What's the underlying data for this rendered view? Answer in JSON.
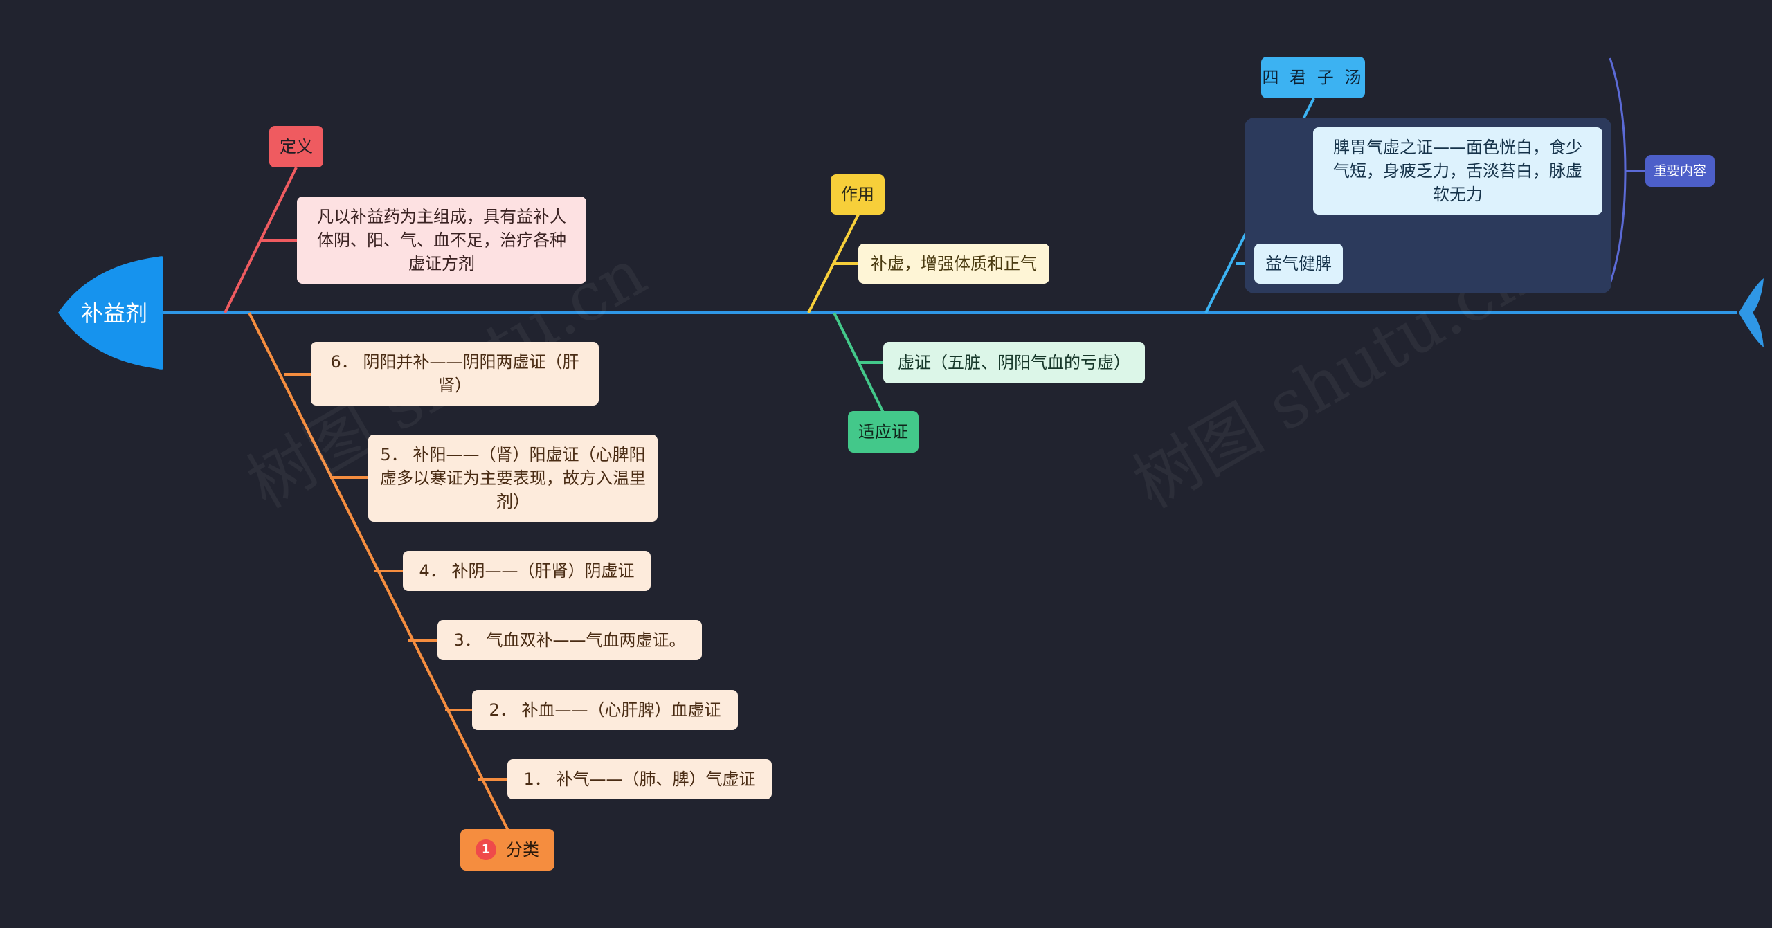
{
  "root": {
    "label": "补益剂"
  },
  "definition": {
    "title": "定义",
    "text": "凡以补益药为主组成，具有益补人体阴、阳、气、血不足，治疗各种虚证方剂"
  },
  "effect": {
    "title": "作用",
    "text": "补虚，增强体质和正气"
  },
  "indication": {
    "title": "适应证",
    "text": "虚证（五脏、阴阳气血的亏虚）"
  },
  "sijunzi": {
    "title": "四 君 子 汤",
    "items": [
      "脾胃气虚之证——面色恍白，食少气短，身疲乏力，舌淡苔白，脉虚软无力",
      "益气健脾"
    ],
    "summary_label": "重要内容"
  },
  "classification": {
    "title": "分类",
    "icon_number": "1",
    "items": [
      "6． 阴阳并补——阴阳两虚证（肝肾）",
      "5． 补阳——（肾）阳虚证（心脾阳虚多以寒证为主要表现，故方入温里剂）",
      "4． 补阴——（肝肾）阴虚证",
      "3． 气血双补——气血两虚证。",
      "2． 补血——（心肝脾）血虚证",
      "1． 补气——（肺、脾）气虚证"
    ]
  },
  "watermark": "树图 shutu.cn",
  "colors": {
    "spine": "#2f97e6",
    "definition": "#ef5b60",
    "effect": "#f7cf3a",
    "indication": "#43c88a",
    "sijunzi": "#3cb2f2",
    "classification": "#f58d3f",
    "summary": "#5b6ad6"
  }
}
